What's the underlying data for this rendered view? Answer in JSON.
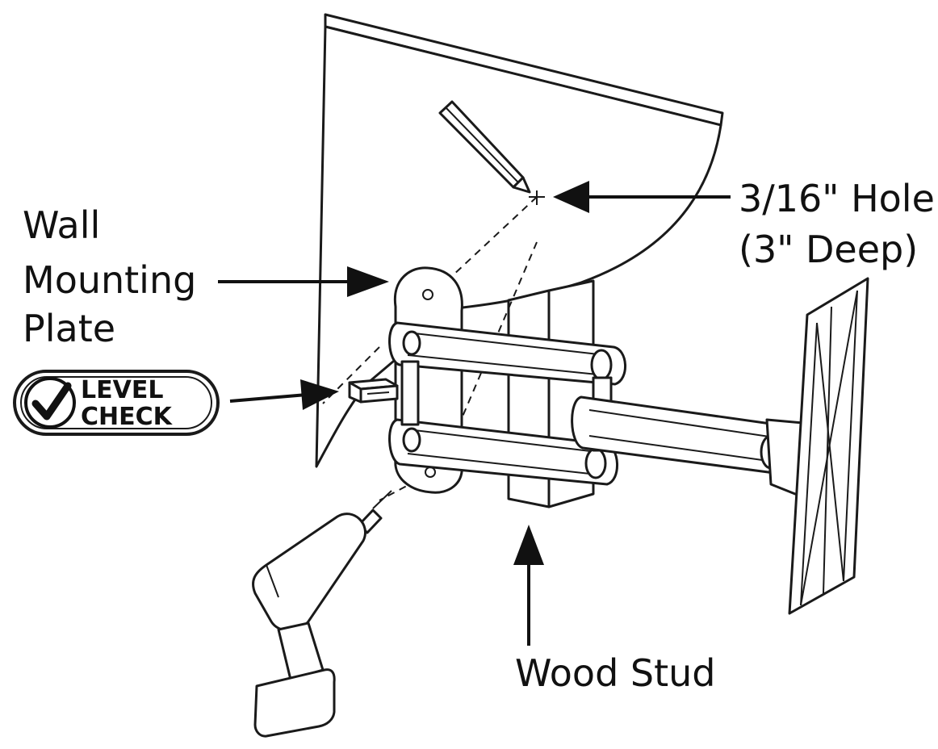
{
  "labels": {
    "hole_line1": "3/16\" Hole",
    "hole_line2": "(3\" Deep)",
    "wall_line1": "Wall",
    "wall_line2": "Mounting",
    "wall_line3": "Plate",
    "stud": "Wood Stud"
  },
  "badge": {
    "line1": "LEVEL",
    "line2": "CHECK",
    "icon": "checkmark-icon"
  }
}
